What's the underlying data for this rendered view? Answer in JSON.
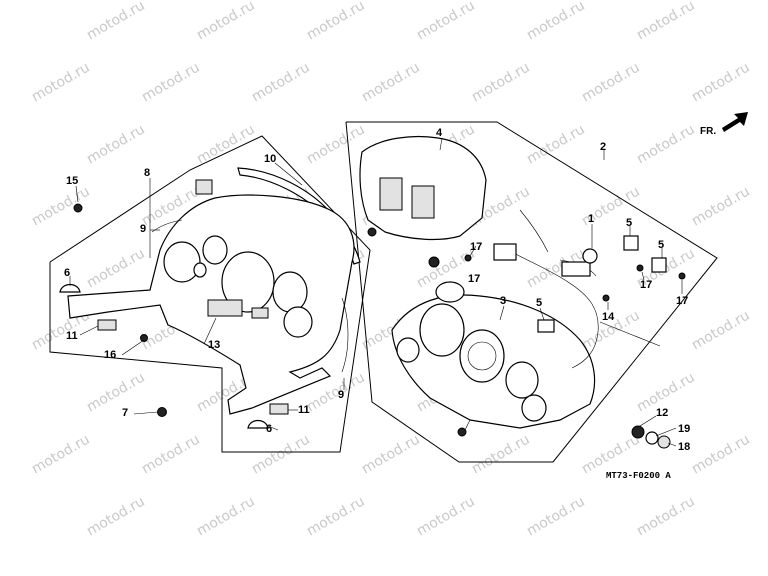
{
  "watermark": "motod.ru",
  "drawing_code": "MT73-F0200 A",
  "direction": "FR.",
  "callouts": [
    "1",
    "2",
    "3",
    "4",
    "5",
    "5",
    "5",
    "6",
    "6",
    "7",
    "8",
    "9",
    "9",
    "10",
    "11",
    "11",
    "12",
    "13",
    "14",
    "15",
    "16",
    "17",
    "17",
    "17",
    "17",
    "18",
    "19"
  ]
}
